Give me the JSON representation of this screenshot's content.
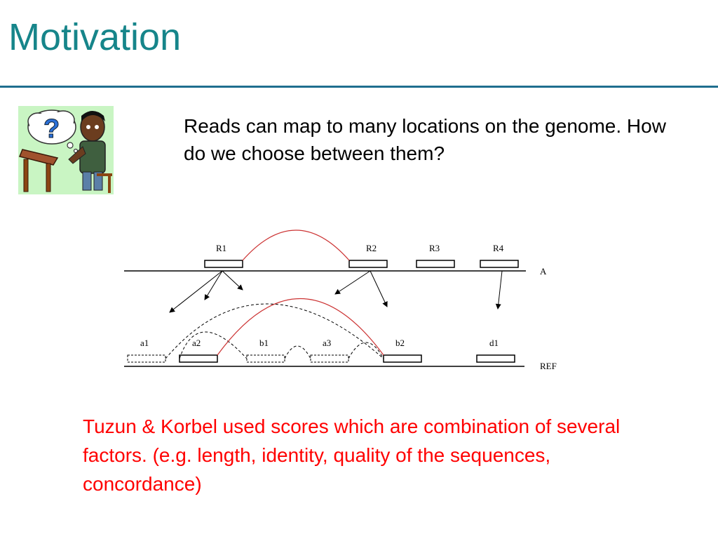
{
  "slide": {
    "title": "Motivation",
    "intro": "Reads can map to many locations on the genome. How do we choose between them?",
    "note": "Tuzun & Korbel used scores which are combination of several factors. (e.g. length, identity, quality of the sequences, concordance)"
  },
  "diagram": {
    "reads": [
      "R1",
      "R2",
      "R3",
      "R4"
    ],
    "genome_label": "A",
    "ref_label": "REF",
    "ref_segments": [
      "a1",
      "a2",
      "b1",
      "a3",
      "b2",
      "d1"
    ],
    "colors": {
      "concordant_arc": "#cc3333",
      "line": "#000000",
      "title": "#16858a",
      "note": "#ff0000"
    }
  },
  "clipart": {
    "icon": "confused-student-with-question-mark"
  }
}
